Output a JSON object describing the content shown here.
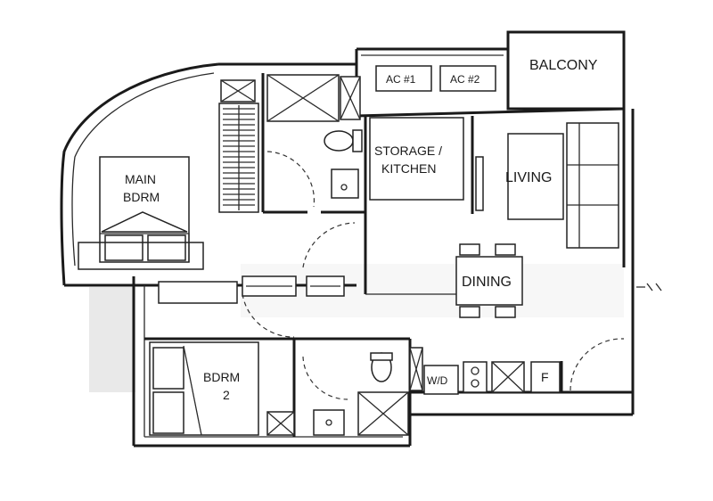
{
  "rooms": {
    "balcony": "BALCONY",
    "ac1": "AC #1",
    "ac2": "AC #2",
    "storage_line1": "STORAGE /",
    "storage_line2": "KITCHEN",
    "living": "LIVING",
    "dining": "DINING",
    "main_line1": "MAIN",
    "main_line2": "BDRM",
    "bdrm2_line1": "BDRM",
    "bdrm2_line2": "2",
    "wd": "W/D",
    "fridge": "F"
  }
}
